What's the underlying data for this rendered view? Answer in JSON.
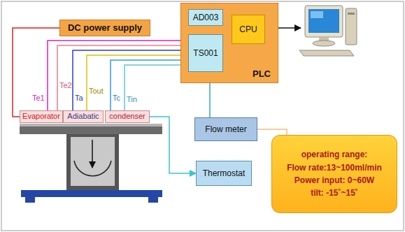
{
  "diagram": {
    "nodes": [
      {
        "text": [
          "DC power supply"
        ]
      },
      {
        "text": [
          "PLC"
        ]
      },
      {
        "text": [
          "AD003"
        ],
        "in": 1
      },
      {
        "text": [
          "TS001"
        ],
        "in": 1
      },
      {
        "text": [
          "CPU"
        ],
        "in": 1
      },
      {
        "text": [
          "Evaporator"
        ]
      },
      {
        "text": [
          "Adiabatic"
        ]
      },
      {
        "text": [
          "condenser"
        ]
      },
      {
        "text": [
          "Flow meter"
        ]
      },
      {
        "text": [
          "Thermostat"
        ]
      },
      {
        "text": [
          "operating range:",
          "Flow rate:13~100ml/min",
          "Power input: 0~60W",
          "tilt: -15˚~15˚"
        ]
      }
    ],
    "edges": [
      {
        "from": 0,
        "to": 5,
        "arrow": "none"
      },
      {
        "from": 2,
        "to": 4,
        "arrow": "none"
      },
      {
        "from": 3,
        "to": 4,
        "arrow": "none"
      },
      {
        "from": 5,
        "to": 3,
        "arrow": "none"
      },
      {
        "from": 5,
        "to": 3,
        "arrow": "none"
      },
      {
        "from": 6,
        "to": 3,
        "arrow": "none"
      },
      {
        "from": 6,
        "to": 3,
        "arrow": "none"
      },
      {
        "from": 7,
        "to": 3,
        "arrow": "none"
      },
      {
        "from": 7,
        "to": 3,
        "arrow": "none"
      },
      {
        "from": 8,
        "to": 3,
        "arrow": "none"
      },
      {
        "from": 7,
        "to": 9,
        "arrow": "to"
      },
      {
        "from": 8,
        "to": 10,
        "arrow": "none"
      }
    ],
    "labels": [
      "Te1",
      "Te2",
      "Ta",
      "Tout",
      "Tc",
      "Tin"
    ]
  }
}
